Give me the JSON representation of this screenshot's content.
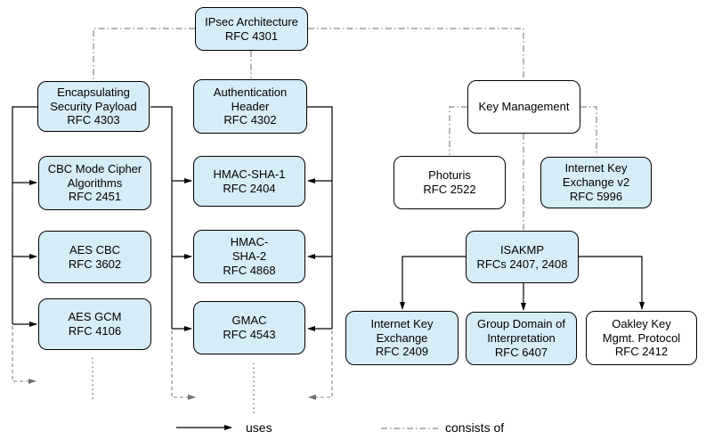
{
  "colors": {
    "node_fill_blue": "#d6edf8",
    "node_fill_white": "#ffffff",
    "node_border": "#000000",
    "uses_line": "#000000",
    "consists_of_line": "#6e6e6e",
    "continuation_line": "#808080"
  },
  "nodes": {
    "ipsec": {
      "label": "IPsec Architecture\nRFC 4301",
      "style": "blue"
    },
    "esp": {
      "label": "Encapsulating\nSecurity Payload\nRFC 4303",
      "style": "blue"
    },
    "cbc": {
      "label": "CBC Mode Cipher\nAlgorithms\nRFC 2451",
      "style": "blue"
    },
    "aescbc": {
      "label": "AES CBC\nRFC 3602",
      "style": "blue"
    },
    "aesgcm": {
      "label": "AES GCM\nRFC 4106",
      "style": "blue"
    },
    "ah": {
      "label": "Authentication\nHeader\nRFC 4302",
      "style": "blue"
    },
    "hmacsha1": {
      "label": "HMAC-SHA-1\nRFC 2404",
      "style": "blue"
    },
    "hmacsha2": {
      "label": "HMAC-\nSHA-2\nRFC 4868",
      "style": "blue"
    },
    "gmac": {
      "label": "GMAC\nRFC 4543",
      "style": "blue"
    },
    "keymgmt": {
      "label": "Key Management",
      "style": "white"
    },
    "photuris": {
      "label": "Photuris\nRFC 2522",
      "style": "white"
    },
    "ikev2": {
      "label": "Internet Key\nExchange v2\nRFC 5996",
      "style": "blue"
    },
    "isakmp": {
      "label": "ISAKMP\nRFCs 2407, 2408",
      "style": "blue"
    },
    "ike": {
      "label": "Internet Key\nExchange\nRFC 2409",
      "style": "blue"
    },
    "gdoi": {
      "label": "Group Domain of\nInterpretation\nRFC 6407",
      "style": "blue"
    },
    "oakley": {
      "label": "Oakley Key\nMgmt. Protocol\nRFC 2412",
      "style": "white"
    }
  },
  "legend": {
    "uses_label": "uses",
    "consists_of_label": "consists of"
  },
  "edges": {
    "consists_of": [
      [
        "ipsec",
        "esp"
      ],
      [
        "ipsec",
        "ah"
      ],
      [
        "ipsec",
        "keymgmt"
      ],
      [
        "keymgmt",
        "photuris"
      ],
      [
        "keymgmt",
        "ikev2"
      ],
      [
        "keymgmt",
        "isakmp"
      ]
    ],
    "uses": [
      [
        "esp",
        "cbc"
      ],
      [
        "esp",
        "aescbc"
      ],
      [
        "esp",
        "aesgcm"
      ],
      [
        "esp",
        "hmacsha1"
      ],
      [
        "esp",
        "hmacsha2"
      ],
      [
        "esp",
        "gmac"
      ],
      [
        "ah",
        "hmacsha1"
      ],
      [
        "ah",
        "hmacsha2"
      ],
      [
        "ah",
        "gmac"
      ],
      [
        "isakmp",
        "ike"
      ],
      [
        "isakmp",
        "gdoi"
      ],
      [
        "isakmp",
        "oakley"
      ]
    ]
  }
}
